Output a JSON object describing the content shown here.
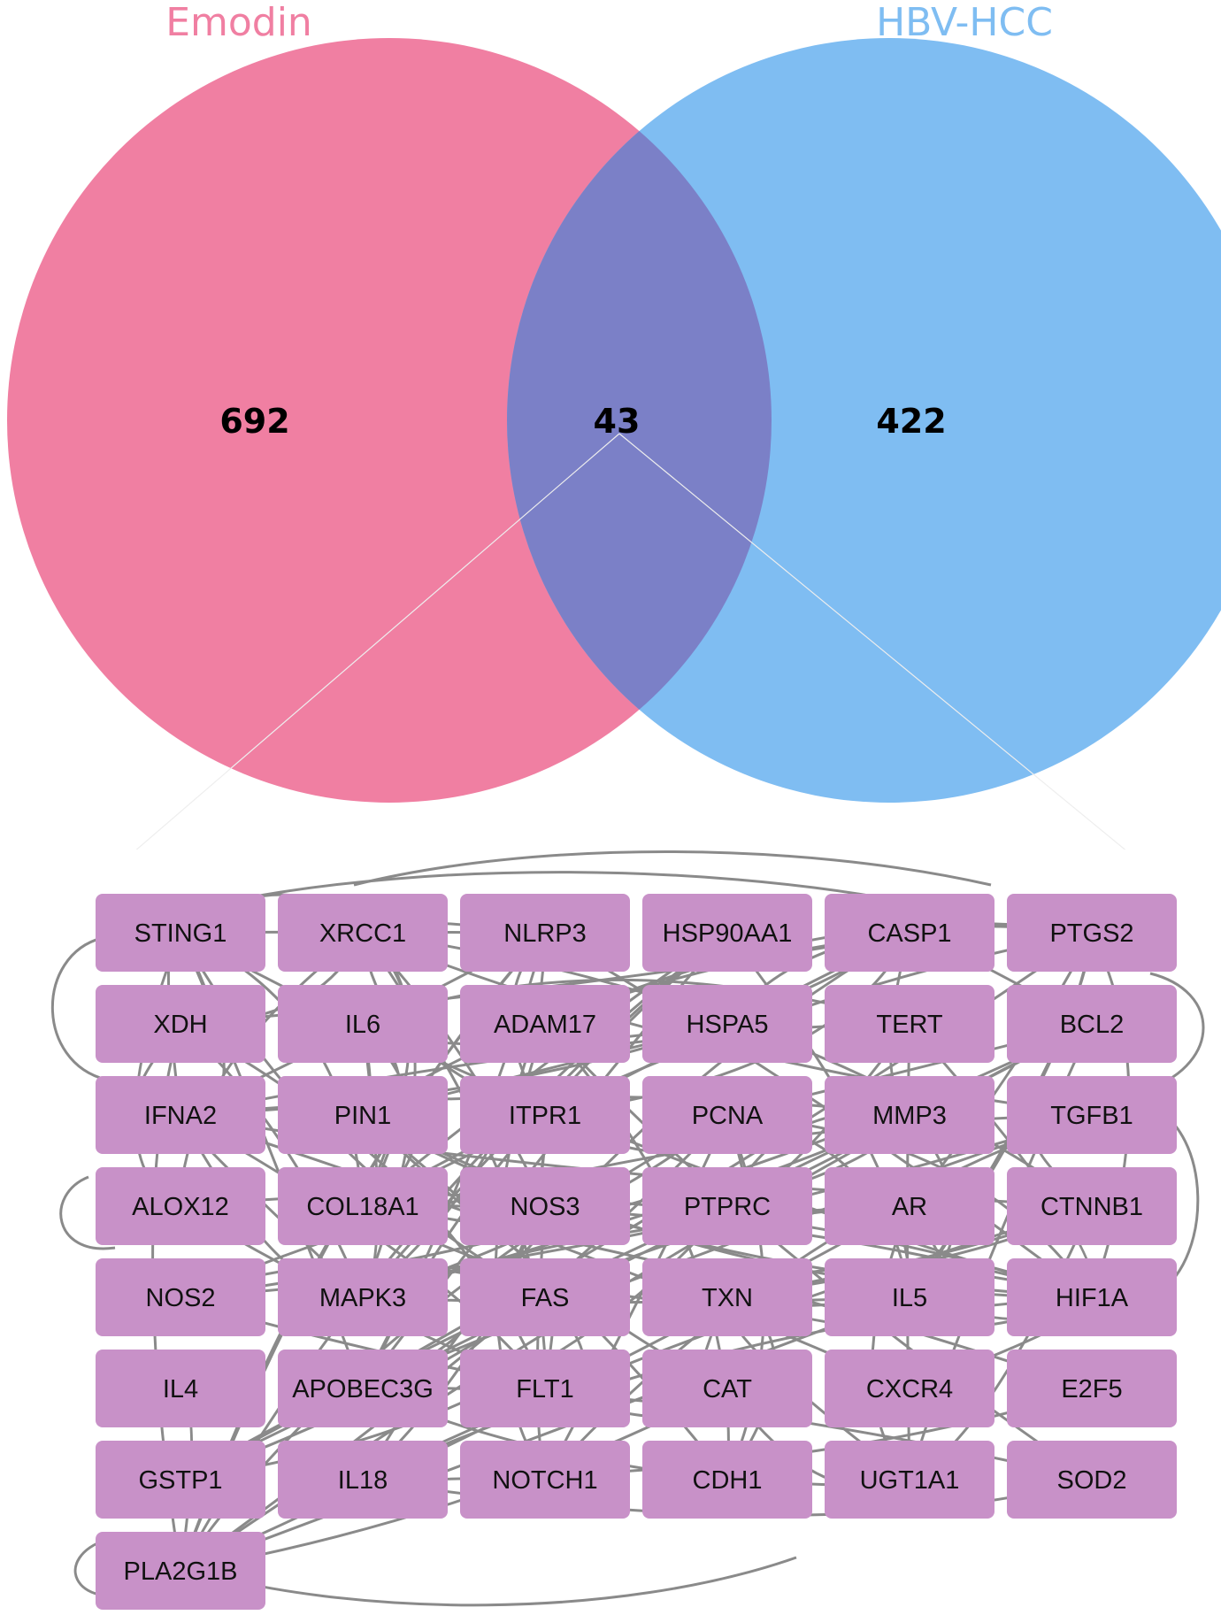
{
  "venn": {
    "sets": [
      {
        "name": "Emodin",
        "color": "#f07fa2",
        "title_color": "#f07fa2"
      },
      {
        "name": "HBV-HCC",
        "color": "#7fbdf2",
        "title_color": "#7fbdf2"
      }
    ],
    "overlap_color": "#7b80c7",
    "counts": {
      "left_only": "692",
      "intersection": "43",
      "right_only": "422"
    }
  },
  "network": {
    "node_color": "#c891c8",
    "edge_color": "#8a8a8a",
    "columns": 6,
    "nodes": [
      "STING1",
      "XRCC1",
      "NLRP3",
      "HSP90AA1",
      "CASP1",
      "PTGS2",
      "XDH",
      "IL6",
      "ADAM17",
      "HSPA5",
      "TERT",
      "BCL2",
      "IFNA2",
      "PIN1",
      "ITPR1",
      "PCNA",
      "MMP3",
      "TGFB1",
      "ALOX12",
      "COL18A1",
      "NOS3",
      "PTPRC",
      "AR",
      "CTNNB1",
      "NOS2",
      "MAPK3",
      "FAS",
      "TXN",
      "IL5",
      "HIF1A",
      "IL4",
      "APOBEC3G",
      "FLT1",
      "CAT",
      "CXCR4",
      "E2F5",
      "GSTP1",
      "IL18",
      "NOTCH1",
      "CDH1",
      "UGT1A1",
      "SOD2",
      "PLA2G1B"
    ]
  }
}
